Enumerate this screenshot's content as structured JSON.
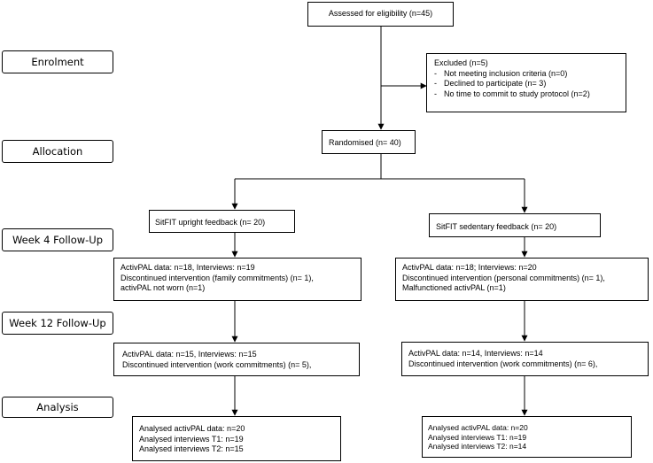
{
  "stages": {
    "enrolment": "Enrolment",
    "allocation": "Allocation",
    "week4": "Week 4 Follow-Up",
    "week12": "Week 12 Follow-Up",
    "analysis": "Analysis"
  },
  "assessed": "Assessed for eligibility (n=45)",
  "excluded": {
    "title": "Excluded  (n=5)",
    "reasons": [
      "Not meeting inclusion criteria (n=0)",
      "Declined to participate (n= 3)",
      "No time to commit to study protocol (n=2)"
    ]
  },
  "randomised": "Randomised (n= 40)",
  "left": {
    "group": "SitFIT upright feedback (n= 20)",
    "week4": [
      "ActivPAL data: n=18, Interviews: n=19",
      "Discontinued intervention (family commitments) (n= 1),",
      "activPAL not worn (n=1)"
    ],
    "week12": [
      "ActivPAL data: n=15, Interviews: n=15",
      "Discontinued intervention (work commitments) (n= 5),"
    ],
    "analysis": [
      "Analysed activPAL data: n=20",
      "Analysed interviews T1: n=19",
      "Analysed interviews T2: n=15"
    ]
  },
  "right": {
    "group": "SitFIT sedentary feedback (n= 20)",
    "week4": [
      "ActivPAL data: n=18; Interviews: n=20",
      "Discontinued intervention (personal commitments) (n= 1),",
      "Malfunctioned activPAL (n=1)"
    ],
    "week12": [
      "ActivPAL data: n=14, Interviews: n=14",
      "Discontinued intervention (work commitments) (n= 6),"
    ],
    "analysis": [
      "Analysed activPAL data: n=20",
      "Analysed interviews T1: n=19",
      "Analysed interviews T2: n=14"
    ]
  }
}
